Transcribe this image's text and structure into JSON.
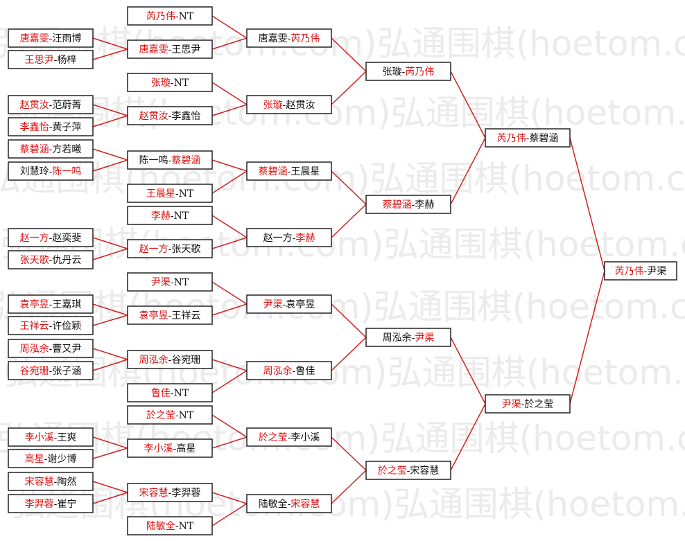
{
  "watermark": {
    "text": "弘通围棋(hoetom.com)弘通围棋(hoetom.com)弘通围棋(hoetom.com)",
    "color": "#ebebeb"
  },
  "colors": {
    "winner": "#e01010",
    "loser": "#111111",
    "line": "#d42020",
    "border": "#222222"
  },
  "separator": "-",
  "matches": [
    {
      "id": "r1-1",
      "round": 1,
      "p1": "唐嘉雯",
      "p2": "汪雨博",
      "winner": 1
    },
    {
      "id": "r1-2",
      "round": 1,
      "p1": "王思尹",
      "p2": "杨梓",
      "winner": 1
    },
    {
      "id": "r1-3",
      "round": 1,
      "p1": "赵贯汝",
      "p2": "范蔚菁",
      "winner": 1
    },
    {
      "id": "r1-4",
      "round": 1,
      "p1": "李鑫怡",
      "p2": "黄子萍",
      "winner": 1
    },
    {
      "id": "r1-5",
      "round": 1,
      "p1": "蔡碧涵",
      "p2": "方若曦",
      "winner": 1
    },
    {
      "id": "r1-6",
      "round": 1,
      "p1": "刘慧玲",
      "p2": "陈一鸣",
      "winner": 2
    },
    {
      "id": "r1-7",
      "round": 1,
      "p1": "赵一方",
      "p2": "赵奕斐",
      "winner": 1
    },
    {
      "id": "r1-8",
      "round": 1,
      "p1": "张天歌",
      "p2": "仇丹云",
      "winner": 1
    },
    {
      "id": "r1-9",
      "round": 1,
      "p1": "袁亭昱",
      "p2": "王嘉琪",
      "winner": 1
    },
    {
      "id": "r1-10",
      "round": 1,
      "p1": "王祥云",
      "p2": "许俭颖",
      "winner": 1
    },
    {
      "id": "r1-11",
      "round": 1,
      "p1": "周泓余",
      "p2": "曹又尹",
      "winner": 1
    },
    {
      "id": "r1-12",
      "round": 1,
      "p1": "谷宛珊",
      "p2": "张子涵",
      "winner": 1
    },
    {
      "id": "r1-13",
      "round": 1,
      "p1": "李小溪",
      "p2": "王爽",
      "winner": 1
    },
    {
      "id": "r1-14",
      "round": 1,
      "p1": "高星",
      "p2": "谢少博",
      "winner": 1
    },
    {
      "id": "r1-15",
      "round": 1,
      "p1": "宋容慧",
      "p2": "陶然",
      "winner": 1
    },
    {
      "id": "r1-16",
      "round": 1,
      "p1": "李羿蓉",
      "p2": "崔宁",
      "winner": 1
    },
    {
      "id": "r2-1",
      "round": 2,
      "p1": "芮乃伟",
      "p2": "NT",
      "winner": 1
    },
    {
      "id": "r2-2",
      "round": 2,
      "p1": "唐嘉雯",
      "p2": "王思尹",
      "winner": 1
    },
    {
      "id": "r2-3",
      "round": 2,
      "p1": "张璇",
      "p2": "NT",
      "winner": 1
    },
    {
      "id": "r2-4",
      "round": 2,
      "p1": "赵贯汝",
      "p2": "李鑫怡",
      "winner": 1
    },
    {
      "id": "r2-5",
      "round": 2,
      "p1": "陈一鸣",
      "p2": "蔡碧涵",
      "winner": 2
    },
    {
      "id": "r2-6",
      "round": 2,
      "p1": "王晨星",
      "p2": "NT",
      "winner": 1
    },
    {
      "id": "r2-7",
      "round": 2,
      "p1": "李赫",
      "p2": "NT",
      "winner": 1
    },
    {
      "id": "r2-8",
      "round": 2,
      "p1": "赵一方",
      "p2": "张天歌",
      "winner": 1
    },
    {
      "id": "r2-9",
      "round": 2,
      "p1": "尹渠",
      "p2": "NT",
      "winner": 1
    },
    {
      "id": "r2-10",
      "round": 2,
      "p1": "袁亭昱",
      "p2": "王祥云",
      "winner": 1
    },
    {
      "id": "r2-11",
      "round": 2,
      "p1": "周泓余",
      "p2": "谷宛珊",
      "winner": 1
    },
    {
      "id": "r2-12",
      "round": 2,
      "p1": "鲁佳",
      "p2": "NT",
      "winner": 1
    },
    {
      "id": "r2-13",
      "round": 2,
      "p1": "於之莹",
      "p2": "NT",
      "winner": 1
    },
    {
      "id": "r2-14",
      "round": 2,
      "p1": "李小溪",
      "p2": "高星",
      "winner": 1
    },
    {
      "id": "r2-15",
      "round": 2,
      "p1": "宋容慧",
      "p2": "李羿蓉",
      "winner": 1
    },
    {
      "id": "r2-16",
      "round": 2,
      "p1": "陆敏全",
      "p2": "NT",
      "winner": 1
    },
    {
      "id": "r3-1",
      "round": 3,
      "p1": "唐嘉雯",
      "p2": "芮乃伟",
      "winner": 2
    },
    {
      "id": "r3-2",
      "round": 3,
      "p1": "张璇",
      "p2": "赵贯汝",
      "winner": 1
    },
    {
      "id": "r3-3",
      "round": 3,
      "p1": "蔡碧涵",
      "p2": "王晨星",
      "winner": 1
    },
    {
      "id": "r3-4",
      "round": 3,
      "p1": "赵一方",
      "p2": "李赫",
      "winner": 2
    },
    {
      "id": "r3-5",
      "round": 3,
      "p1": "尹渠",
      "p2": "袁亭昱",
      "winner": 1
    },
    {
      "id": "r3-6",
      "round": 3,
      "p1": "周泓余",
      "p2": "鲁佳",
      "winner": 1
    },
    {
      "id": "r3-7",
      "round": 3,
      "p1": "於之莹",
      "p2": "李小溪",
      "winner": 1
    },
    {
      "id": "r3-8",
      "round": 3,
      "p1": "陆敏全",
      "p2": "宋容慧",
      "winner": 2
    },
    {
      "id": "r4-1",
      "round": 4,
      "p1": "张璇",
      "p2": "芮乃伟",
      "winner": 2
    },
    {
      "id": "r4-2",
      "round": 4,
      "p1": "蔡碧涵",
      "p2": "李赫",
      "winner": 1
    },
    {
      "id": "r4-3",
      "round": 4,
      "p1": "周泓余",
      "p2": "尹渠",
      "winner": 2
    },
    {
      "id": "r4-4",
      "round": 4,
      "p1": "於之莹",
      "p2": "宋容慧",
      "winner": 1
    },
    {
      "id": "r5-1",
      "round": 5,
      "p1": "芮乃伟",
      "p2": "蔡碧涵",
      "winner": 1
    },
    {
      "id": "r5-2",
      "round": 5,
      "p1": "尹渠",
      "p2": "於之莹",
      "winner": 1
    },
    {
      "id": "r6-1",
      "round": 6,
      "p1": "芮乃伟",
      "p2": "尹渠",
      "winner": 1
    }
  ]
}
